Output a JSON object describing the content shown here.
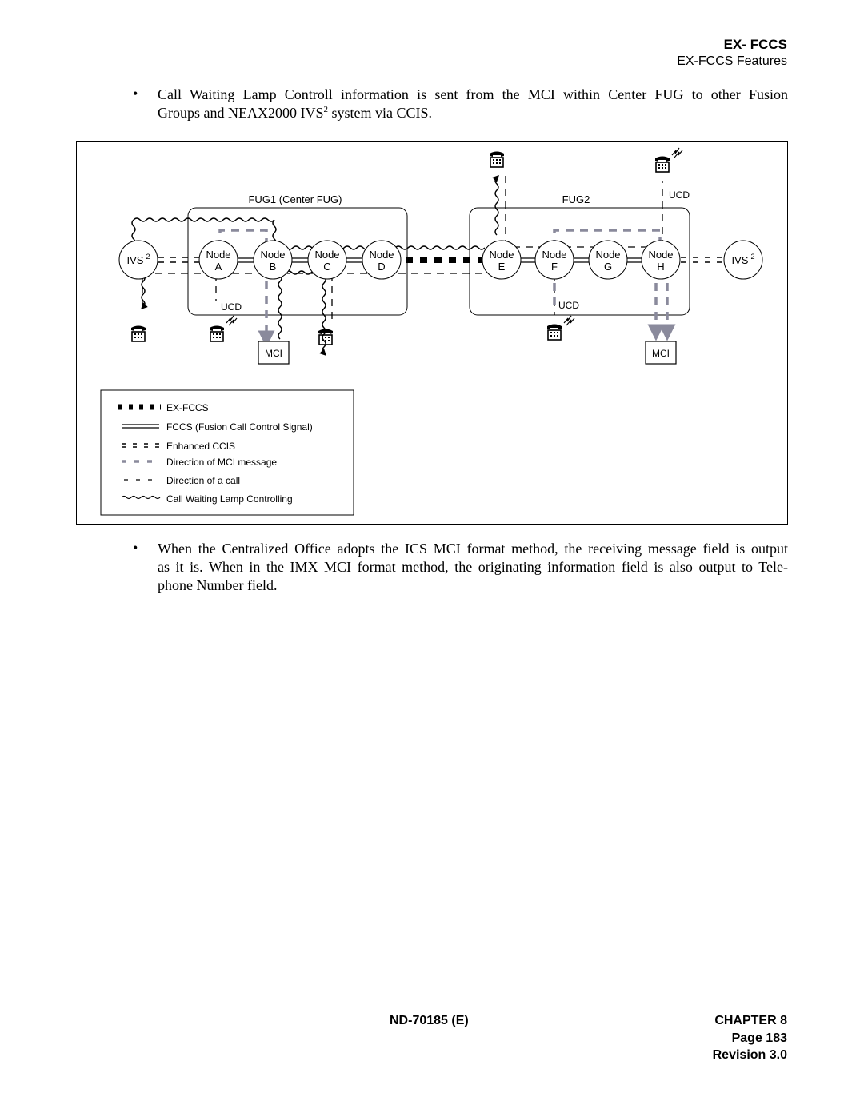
{
  "header": {
    "section": "EX- FCCS",
    "subsection": "EX-FCCS Features"
  },
  "bullet_symbol": "•",
  "paragraph1": {
    "line1": "Call Waiting Lamp Controll information is sent from the MCI within Center FUG to other Fusion",
    "line2_prefix": "Groups and NEAX2000 IVS",
    "line2_sup": "2",
    "line2_suffix": " system via CCIS."
  },
  "diagram": {
    "fug1_label": "FUG1 (Center FUG)",
    "fug2_label": "FUG2",
    "ucd_label": "UCD",
    "ivs_label": "IVS",
    "ivs_sup": "2",
    "mci_label": "MCI",
    "node_word": "Node",
    "nodes": [
      "A",
      "B",
      "C",
      "D",
      "E",
      "F",
      "G",
      "H"
    ],
    "legend": [
      "EX-FCCS",
      "FCCS (Fusion Call Control Signal)",
      "Enhanced CCIS",
      "Direction of MCI message",
      "Direction of a call",
      "Call Waiting Lamp Controlling"
    ]
  },
  "paragraph2": {
    "line1": "When the Centralized Office adopts the ICS MCI format method, the receiving message field is output",
    "line2": "as it is. When in the IMX MCI format method, the originating information field is also output to Tele-",
    "line3": "phone Number field."
  },
  "footer": {
    "doc_id": "ND-70185 (E)",
    "chapter": "CHAPTER 8",
    "page": "Page 183",
    "revision": "Revision 3.0"
  }
}
